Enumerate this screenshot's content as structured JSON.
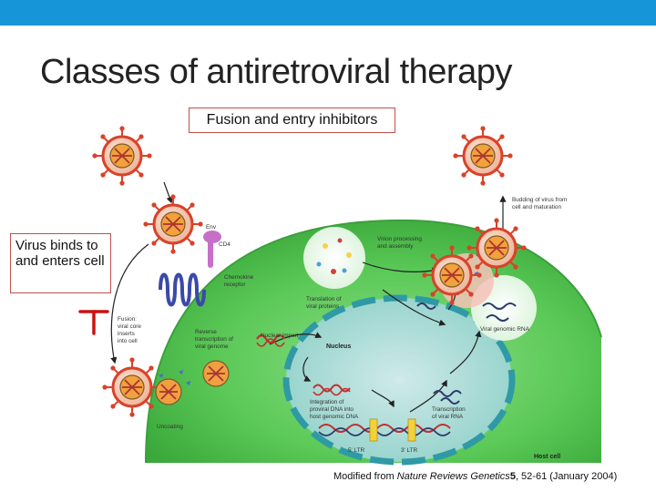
{
  "slide": {
    "title": "Classes of antiretroviral therapy",
    "callouts": {
      "fusion_entry": "Fusion and entry inhibitors",
      "virus_binds": "Virus binds to and enters cell"
    },
    "credit": {
      "prefix": "Modified from ",
      "journal": "Nature Reviews Genetics",
      "volume": "5",
      "rest": ", 52-61 (January 2004)"
    }
  },
  "diagram": {
    "labels": {
      "env": "Env",
      "cd4": "CD4",
      "chemokine_1": "Chemokine",
      "chemokine_2": "receptor",
      "fusion_1": "Fusion:",
      "fusion_2": "viral core",
      "fusion_3": "inserts",
      "fusion_4": "into cell",
      "uncoating": "Uncoating",
      "rt_1": "Reverse",
      "rt_2": "transcription of",
      "rt_3": "viral genome",
      "nuclear_import": "Nuclear import",
      "nucleus": "Nucleus",
      "integration_1": "Integration of",
      "integration_2": "proviral DNA into",
      "integration_3": "host genomic DNA",
      "ltr5": "5' LTR",
      "ltr3": "3' LTR",
      "transcription_1": "Transcription",
      "transcription_2": "of viral RNA",
      "translation_1": "Translation of",
      "translation_2": "viral proteins",
      "virion_1": "Virion processing",
      "virion_2": "and assembly",
      "genomic_rna": "Viral genomic RNA",
      "budding_1": "Budding of virus from",
      "budding_2": "cell and maturation",
      "host_cell": "Host cell"
    }
  },
  "colors": {
    "top_bar": "#1696d8",
    "callout_border": "#c0504d",
    "cell_green": "#52c451",
    "inhibitor_red": "#cc1111",
    "virus_red": "#d9422a"
  }
}
